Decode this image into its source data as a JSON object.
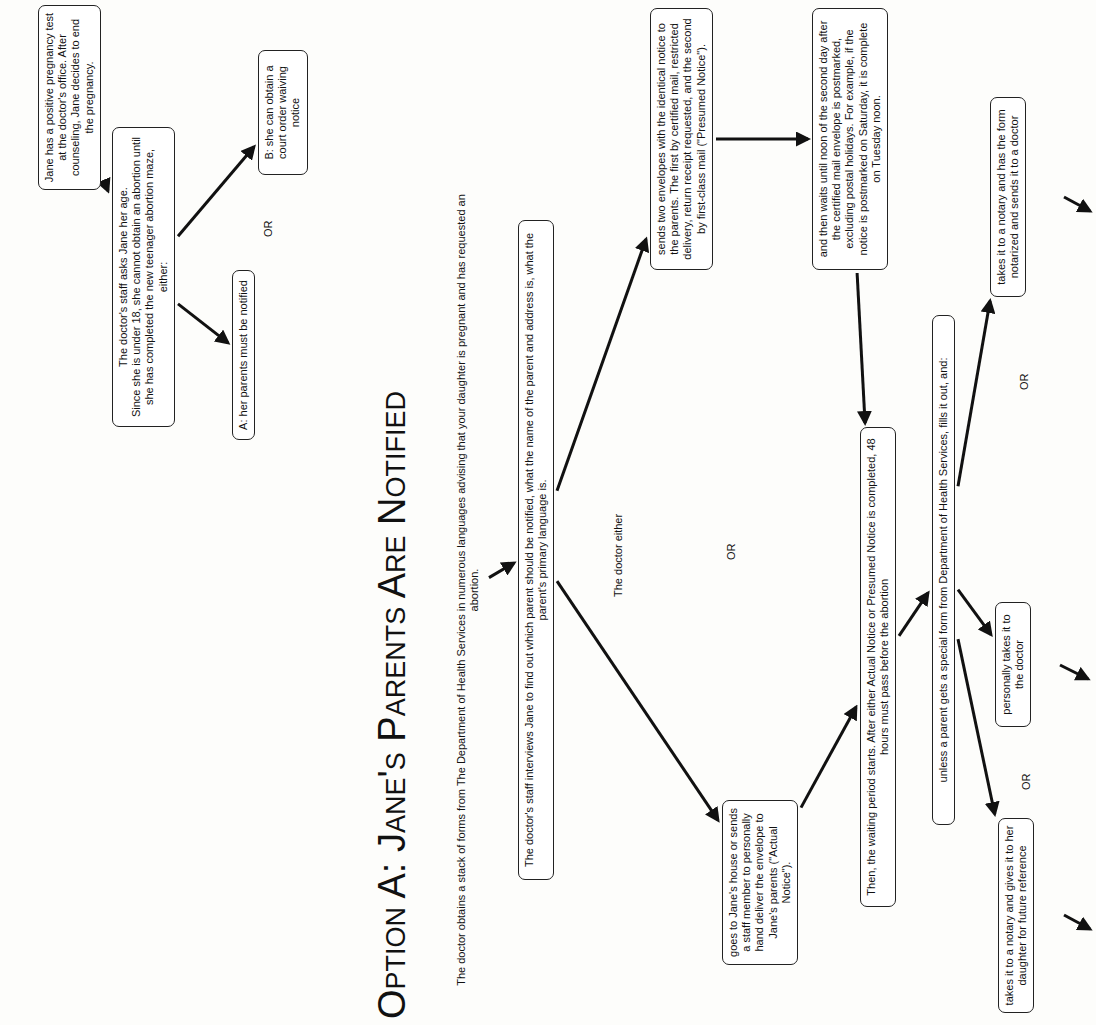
{
  "diagram": {
    "title": "Option A: Jane's Parents Are Notified",
    "nodes": [
      {
        "text": [
          "Jane has a positive pregnancy test at the doctor's office. After counseling, Jane decides to end the pregnancy."
        ]
      },
      {
        "text": [
          "The doctor's staff asks Jane her age.",
          "Since she is under 18, she cannot obtain an abortion until she has completed the new teenager abortion maze, either:"
        ]
      },
      {
        "text": [
          "A: her parents must be notified"
        ]
      },
      {
        "text": [
          "B: she can obtain a court order waiving notice"
        ]
      },
      {
        "text": [
          "The doctor obtains a stack of forms from The Department of Health Services in numerous languages advising that your daughter is pregnant and has requested an abortion."
        ]
      },
      {
        "text": [
          "The doctor's staff interviews Jane to find out which parent should be notified, what the name of the parent and address is, what the parent's primary language is."
        ]
      },
      {
        "text": [
          "goes to Jane's house or sends a staff member to personally hand deliver the envelope to Jane's parents (\"Actual Notice\")."
        ]
      },
      {
        "text": [
          "sends two envelopes with the identical notice to the parents. The first by certified mail, restricted delivery, return receipt requested, and the second by first-class mail (\"Presumed Notice\")."
        ]
      },
      {
        "text": [
          "and then waits until noon of the second day after the certified mail envelope is postmarked, excluding postal holidays. For example, if the notice is postmarked on Saturday, it is complete on Tuesday noon."
        ]
      },
      {
        "text": [
          "Then, the waiting period starts. After either Actual Notice or Presumed Notice is completed, 48 hours must pass before the abortion"
        ]
      },
      {
        "text": [
          "unless a parent gets a special form from Department of Health Services, fills it out, and:"
        ]
      },
      {
        "text": [
          "takes it to a notary and gives it to her daughter for future reference"
        ]
      },
      {
        "text": [
          "personally takes it to the doctor"
        ]
      },
      {
        "text": [
          "takes it to a notary and has the form notarized and sends it to a doctor"
        ]
      }
    ],
    "edges": [
      {
        "from": 0,
        "to": 1,
        "arrow": "to"
      },
      {
        "from": 1,
        "to": 2,
        "arrow": "to"
      },
      {
        "from": 1,
        "to": 3,
        "arrow": "to"
      },
      {
        "from": 4,
        "to": 5,
        "arrow": "to"
      },
      {
        "from": 5,
        "to": 6,
        "arrow": "to"
      },
      {
        "from": 5,
        "to": 7,
        "arrow": "to"
      },
      {
        "from": 7,
        "to": 8,
        "arrow": "to"
      },
      {
        "from": 6,
        "to": 9,
        "arrow": "to"
      },
      {
        "from": 8,
        "to": 9,
        "arrow": "to"
      },
      {
        "from": 9,
        "to": 10,
        "arrow": "to"
      },
      {
        "from": 10,
        "to": 11,
        "arrow": "to"
      },
      {
        "from": 10,
        "to": 12,
        "arrow": "to"
      },
      {
        "from": 10,
        "to": 13,
        "arrow": "to"
      }
    ],
    "labels": [
      "OR",
      "The doctor either",
      "OR",
      "OR",
      "OR"
    ]
  }
}
